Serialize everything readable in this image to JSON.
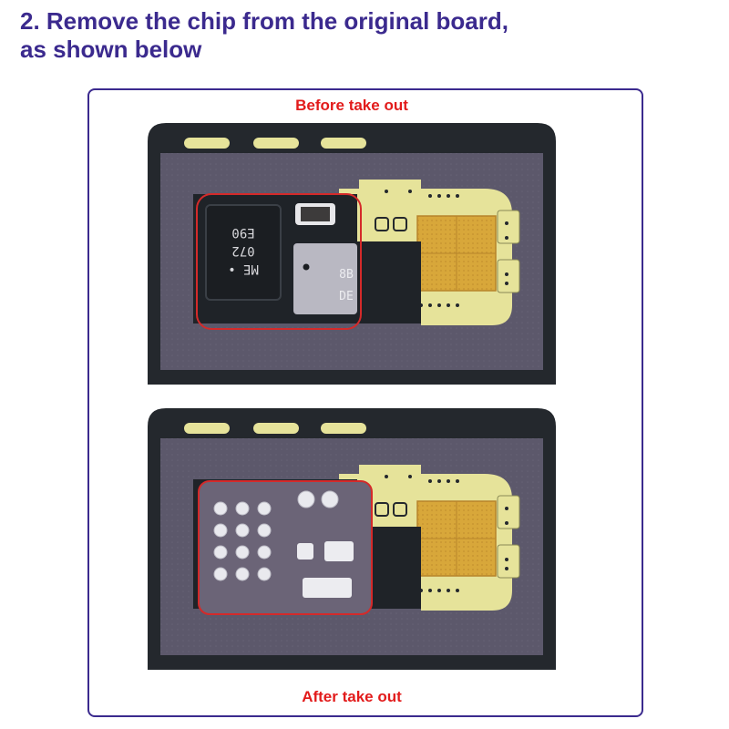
{
  "header": {
    "line1": "2. Remove the chip from the original board,",
    "line2": "as shown below"
  },
  "panels": {
    "before_label": "Before take out",
    "after_label": "After take out"
  },
  "chip": {
    "marking_1": "ME ∙",
    "marking_2": "072",
    "marking_3": "E90",
    "small_1": "8B",
    "small_2": "DE"
  },
  "colors": {
    "title": "#3b2a8e",
    "caption": "#e21b1b",
    "board": "#23272d",
    "plate": "#5a5668",
    "pad": "#e7e49a",
    "chip": "#1f2328",
    "gold": "#d9a93b"
  }
}
